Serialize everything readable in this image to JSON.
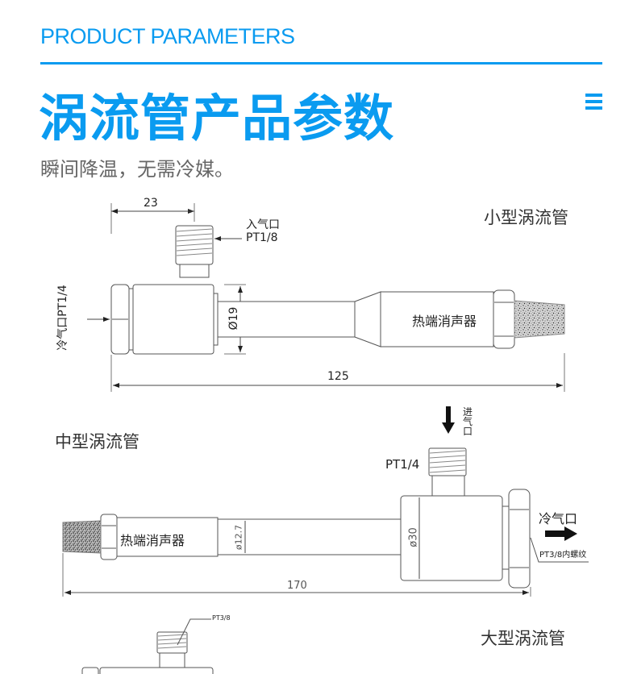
{
  "header": {
    "en_title": "PRODUCT PARAMETERS",
    "cn_title": "涡流管产品参数",
    "subtitle": "瞬间降温，无需冷媒。",
    "menu_icon": "hamburger-menu-icon",
    "accent_color": "#0a9bf0"
  },
  "small_tube": {
    "name": "小型涡流管",
    "inlet_label": "入气口",
    "inlet_thread": "PT1/8",
    "cold_outlet_label": "冷气口PT1/4",
    "muffler_label": "热端消声器",
    "dim_inlet_offset": "23",
    "dim_diameter": "Ø19",
    "dim_length": "125"
  },
  "medium_tube": {
    "name": "中型涡流管",
    "inlet_label": "进气口",
    "inlet_thread": "PT1/4",
    "cold_outlet_label": "冷气口",
    "cold_outlet_thread": "PT3/8内螺纹",
    "muffler_label": "热端消声器",
    "dim_tube_diameter": "ø12.7",
    "dim_body_diameter": "ø30",
    "dim_length": "170"
  },
  "large_tube": {
    "name": "大型涡流管",
    "inlet_thread": "PT3/8"
  }
}
